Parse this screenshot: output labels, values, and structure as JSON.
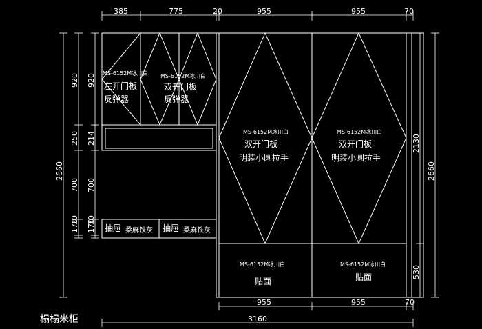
{
  "diagram": {
    "title": "榻榻米柜",
    "background": "#000000",
    "line_color": "#ffffff",
    "top_dimensions": [
      "385",
      "775",
      "20",
      "955",
      "955",
      "70"
    ],
    "bottom_dimensions": [
      "955",
      "955",
      "70"
    ],
    "overall_width": "3160",
    "left_dims_outer": [
      "2660"
    ],
    "left_dims_mid": [
      "920",
      "250",
      "700",
      "170",
      "30"
    ],
    "left_dims_inner": [
      "920",
      "214",
      "700",
      "170",
      "30"
    ],
    "right_dims_inner": [
      "2130",
      "530"
    ],
    "right_dims_outer": [
      "2660"
    ],
    "panels": {
      "left_door": {
        "material": "MS-6152M冰川白",
        "line1": "左开门板",
        "line2": "反弹器"
      },
      "double_door_small": {
        "material": "MS-6152M冰川白",
        "line1": "双开门板",
        "line2": "反弹器"
      },
      "drawer_left": {
        "name": "抽屉",
        "finish": "柔麻铁灰"
      },
      "drawer_right": {
        "name": "抽屉",
        "finish": "柔麻铁灰"
      },
      "tall_door_left": {
        "material": "MS-6152M冰川白",
        "line1": "双开门板",
        "line2": "明装小圆拉手"
      },
      "tall_door_right": {
        "material": "MS-6152M冰川白",
        "line1": "双开门板",
        "line2": "明装小圆拉手"
      },
      "bottom_left": {
        "material": "MS-6152M冰川白",
        "line1": "贴面"
      },
      "bottom_right": {
        "material": "MS-6152M冰川白",
        "line1": "贴面"
      }
    }
  }
}
